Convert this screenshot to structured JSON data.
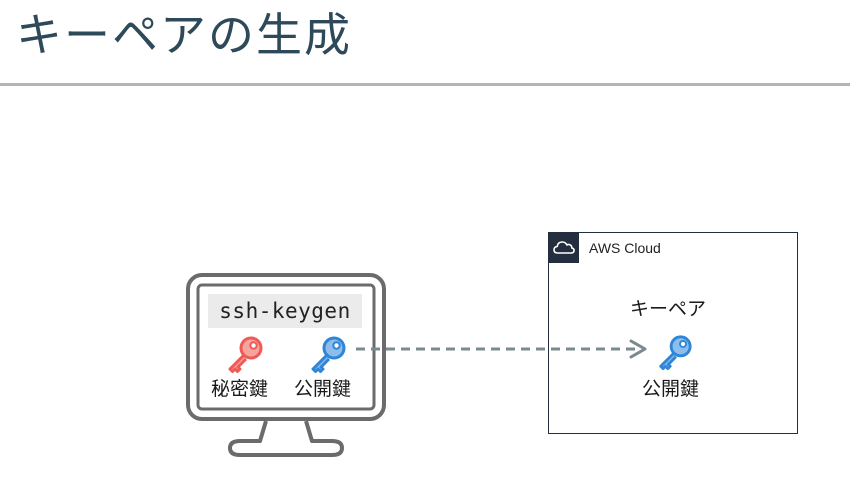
{
  "title": "キーペアの生成",
  "client": {
    "command": "ssh-keygen",
    "private_key_label": "秘密鍵",
    "public_key_label": "公開鍵"
  },
  "aws": {
    "group_label": "AWS Cloud",
    "keypair_label": "キーペア",
    "public_key_label": "公開鍵"
  },
  "colors": {
    "title": "#2e4a5a",
    "private_key": "#f05a54",
    "public_key": "#2f86d8",
    "arrow": "#7b8a8e",
    "monitor": "#6b6b6b",
    "aws_dark": "#232f3e"
  },
  "icons": {
    "private_key": "key-icon",
    "public_key": "key-icon",
    "cloud": "cloud-icon",
    "monitor": "monitor-icon"
  }
}
